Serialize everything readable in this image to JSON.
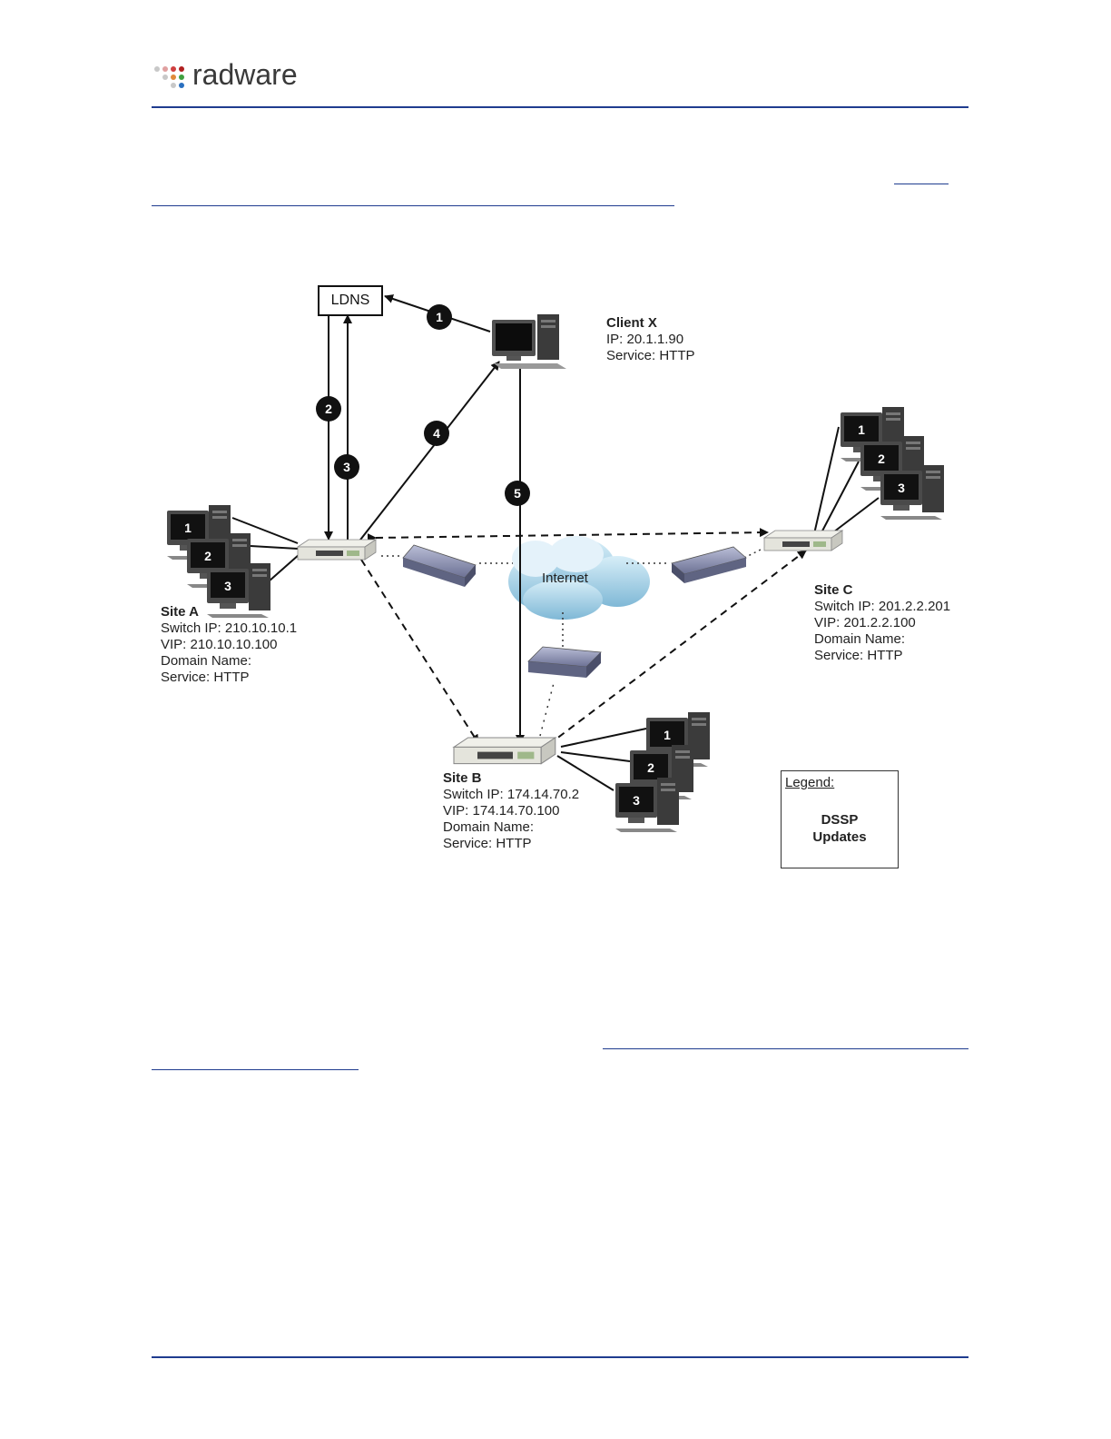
{
  "header": {
    "brand": "radware"
  },
  "diagram": {
    "ldns_label": "LDNS",
    "internet_label": "Internet",
    "steps": [
      "1",
      "2",
      "3",
      "4",
      "5"
    ],
    "client": {
      "name": "Client X",
      "ip": "IP: 20.1.1.90",
      "service": "Service: HTTP"
    },
    "site_a": {
      "name": "Site A",
      "switch_ip": "Switch IP: 210.10.10.1",
      "vip": "VIP: 210.10.10.100",
      "domain": "Domain Name:",
      "service": "Service: HTTP"
    },
    "site_b": {
      "name": "Site B",
      "switch_ip": "Switch IP: 174.14.70.2",
      "vip": "VIP: 174.14.70.100",
      "domain": "Domain Name:",
      "service": "Service: HTTP"
    },
    "site_c": {
      "name": "Site C",
      "switch_ip": "Switch IP: 201.2.2.201",
      "vip": "VIP: 201.2.2.100",
      "domain": "Domain Name:",
      "service": "Service: HTTP"
    },
    "server_numbers": [
      "1",
      "2",
      "3"
    ],
    "legend": {
      "title": "Legend:",
      "line1": "DSSP",
      "line2": "Updates"
    }
  },
  "colors": {
    "rule": "#1f3c8f",
    "brand_text": "#3a3a3a"
  }
}
